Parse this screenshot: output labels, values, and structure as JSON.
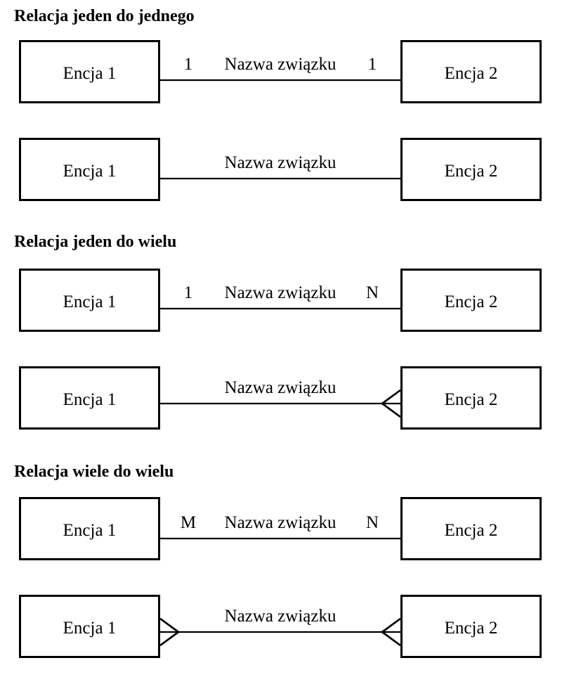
{
  "page": {
    "background_color": "#ffffff",
    "foreground_color": "#000000",
    "diagram_type": "entity-relationship-notation"
  },
  "sections": [
    {
      "heading": "Relacja jeden do jednego",
      "rows": [
        {
          "entity1": "Encja 1",
          "entity2": "Encja 2",
          "relation_label": "Nazwa związku",
          "left_cardinality": "1",
          "right_cardinality": "1",
          "left_connector": "plain",
          "right_connector": "plain"
        },
        {
          "entity1": "Encja 1",
          "entity2": "Encja 2",
          "relation_label": "Nazwa związku",
          "left_cardinality": "",
          "right_cardinality": "",
          "left_connector": "plain",
          "right_connector": "plain"
        }
      ]
    },
    {
      "heading": "Relacja jeden do wielu",
      "rows": [
        {
          "entity1": "Encja 1",
          "entity2": "Encja 2",
          "relation_label": "Nazwa związku",
          "left_cardinality": "1",
          "right_cardinality": "N",
          "left_connector": "plain",
          "right_connector": "plain"
        },
        {
          "entity1": "Encja 1",
          "entity2": "Encja 2",
          "relation_label": "Nazwa związku",
          "left_cardinality": "",
          "right_cardinality": "",
          "left_connector": "plain",
          "right_connector": "crow-foot"
        }
      ]
    },
    {
      "heading": "Relacja wiele do wielu",
      "rows": [
        {
          "entity1": "Encja 1",
          "entity2": "Encja 2",
          "relation_label": "Nazwa związku",
          "left_cardinality": "M",
          "right_cardinality": "N",
          "left_connector": "plain",
          "right_connector": "plain"
        },
        {
          "entity1": "Encja 1",
          "entity2": "Encja 2",
          "relation_label": "Nazwa związku",
          "left_cardinality": "",
          "right_cardinality": "",
          "left_connector": "crow-foot",
          "right_connector": "crow-foot"
        }
      ]
    }
  ]
}
